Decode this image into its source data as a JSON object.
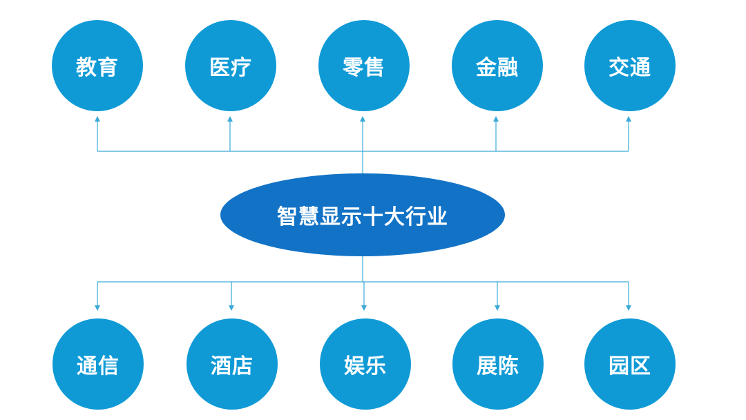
{
  "diagram": {
    "center": {
      "label": "智慧显示十大行业"
    },
    "top_nodes": [
      {
        "label": "教育"
      },
      {
        "label": "医疗"
      },
      {
        "label": "零售"
      },
      {
        "label": "金融"
      },
      {
        "label": "交通"
      }
    ],
    "bottom_nodes": [
      {
        "label": "通信"
      },
      {
        "label": "酒店"
      },
      {
        "label": "娱乐"
      },
      {
        "label": "展陈"
      },
      {
        "label": "园区"
      }
    ]
  },
  "colors": {
    "node_fill": "#0f9ad6",
    "center_fill": "#1273c6",
    "connector": "#3aa9d8"
  }
}
